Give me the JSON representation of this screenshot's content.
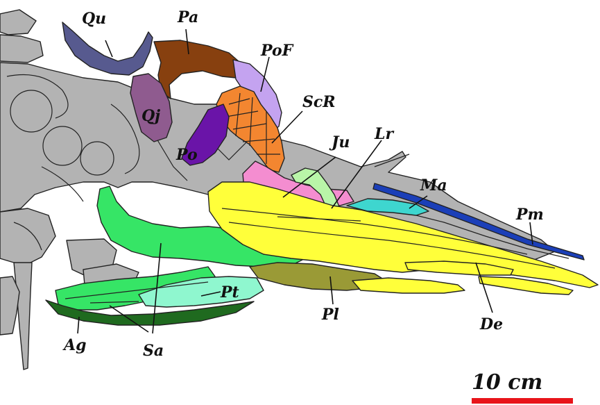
{
  "colors": {
    "Qu": "#575a8f",
    "Pa": "#87400f",
    "PoF": "#c4a3f0",
    "ScR": "#f38630",
    "Qj": "#8f5b8f",
    "Po": "#6a14a8",
    "Ju": "#f48dd0",
    "Lr": "#b9f5a8",
    "Ma": "#3ed6cf",
    "Pm": "#1b3fb8",
    "De": "#ffff3a",
    "Pl": "#9a9a36",
    "Sa": "#36e566",
    "Pt": "#8ff7cf",
    "Ag": "#1f6a1f",
    "background_bone": "#b3b3b3",
    "scale_bar": "#e8141a"
  },
  "labels": {
    "Qu": "Qu",
    "Pa": "Pa",
    "PoF": "PoF",
    "ScR": "ScR",
    "Qj": "Qj",
    "Po": "Po",
    "Ju": "Ju",
    "Lr": "Lr",
    "Ma": "Ma",
    "Pm": "Pm",
    "De": "De",
    "Pl": "Pl",
    "Sa": "Sa",
    "Pt": "Pt",
    "Ag": "Ag"
  },
  "scale_bar": {
    "label": "10 cm"
  }
}
